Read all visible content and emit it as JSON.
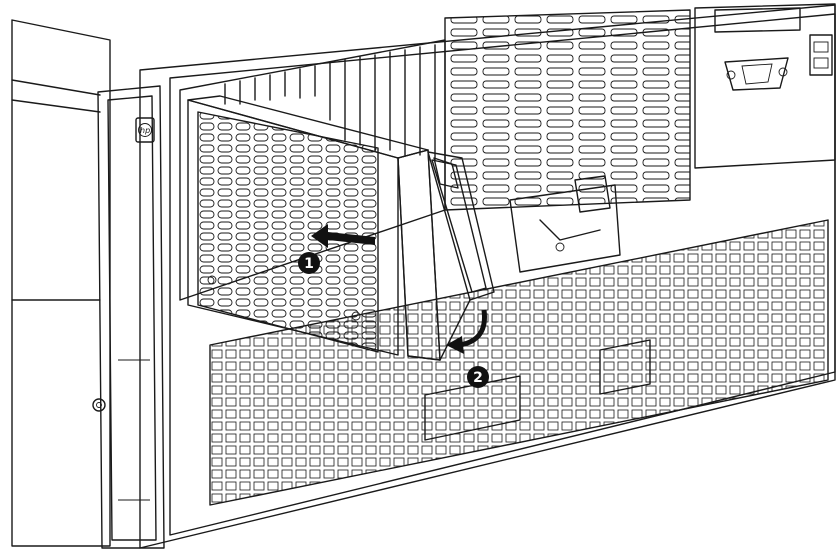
{
  "diagram": {
    "steps": [
      {
        "number": "1"
      },
      {
        "number": "2"
      }
    ],
    "logo": "hp",
    "colors": {
      "line": "#1a1a1a",
      "fill_light": "#e9e9e9",
      "badge": "#111111",
      "badge_text": "#ffffff",
      "background": "#ffffff"
    },
    "icons": [
      "push-arrow-icon",
      "latch-rotate-arrow-icon",
      "vga-port-icon",
      "usb-port-icon",
      "hp-logo-icon"
    ]
  }
}
